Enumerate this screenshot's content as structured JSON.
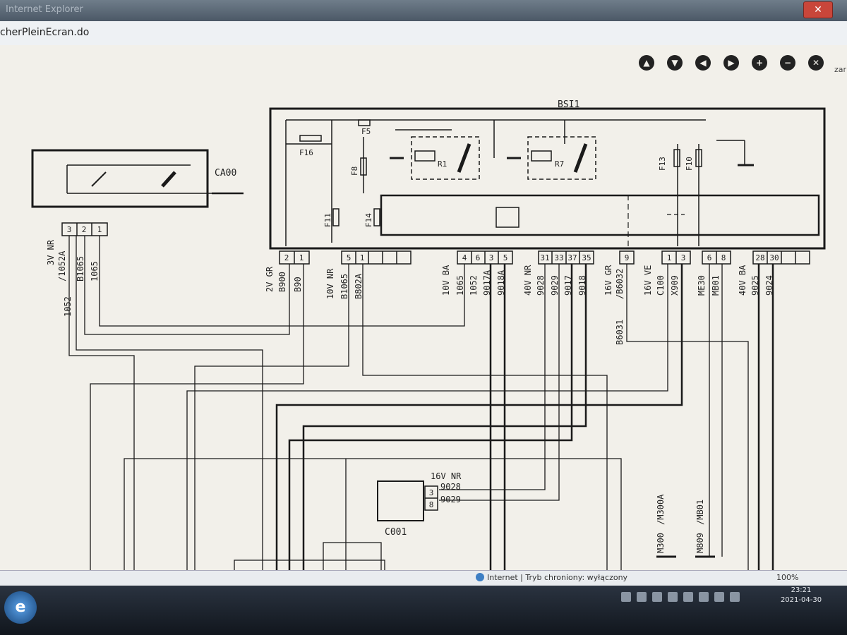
{
  "window": {
    "title": "Internet Explorer",
    "address": "cherPleinEcran.do",
    "close_label": "✕"
  },
  "toolbar": {
    "buttons": [
      {
        "name": "up-arrow-icon",
        "glyph": "▲"
      },
      {
        "name": "down-arrow-icon",
        "glyph": "▼"
      },
      {
        "name": "left-arrow-icon",
        "glyph": "◀"
      },
      {
        "name": "right-arrow-icon",
        "glyph": "▶"
      },
      {
        "name": "zoom-in-icon",
        "glyph": "+"
      },
      {
        "name": "zoom-out-icon",
        "glyph": "−"
      },
      {
        "name": "close-icon",
        "glyph": "✕"
      }
    ],
    "cutoff_text": "zar"
  },
  "diagram": {
    "bsi_label": "BSI1",
    "ca_label": "CA00",
    "c_label": "C001",
    "fuses": [
      "F16",
      "F5",
      "F8",
      "F11",
      "F14",
      "F13",
      "F10"
    ],
    "relays": [
      "R1",
      "R7"
    ],
    "ca_connector": {
      "pins": [
        "3",
        "2",
        "1"
      ],
      "spec": "3V NR",
      "wires": [
        "1052",
        "/1052A",
        "B1065",
        "1065"
      ]
    },
    "bsi_connector_a": {
      "pins": [
        "2",
        "1"
      ],
      "spec": "2V GR",
      "wires": [
        "B900",
        "B90"
      ]
    },
    "bsi_connector_b": {
      "pins": [
        "5",
        "1",
        "",
        "",
        ""
      ],
      "spec": "10V NR",
      "wires": [
        "B1065",
        "B802A"
      ]
    },
    "bsi_connector_c": {
      "pins": [
        "4",
        "6",
        "3",
        "5"
      ],
      "spec": "10V BA",
      "wires": [
        "1065",
        "1052",
        "9017A",
        "9018A"
      ]
    },
    "bsi_connector_d": {
      "pins": [
        "31",
        "33",
        "37",
        "35"
      ],
      "spec": "40V NR",
      "wires": [
        "9028",
        "9029",
        "9017",
        "9018"
      ]
    },
    "bsi_connector_e": {
      "pins": [
        "9"
      ],
      "spec": "16V GR",
      "wires": [
        "B6031",
        "/B6032"
      ]
    },
    "bsi_connector_f": {
      "pins": [
        "1",
        "3"
      ],
      "spec": "16V VE",
      "wires": [
        "C100",
        "X909"
      ]
    },
    "bsi_connector_g": {
      "pins": [
        "6",
        "8"
      ],
      "spec": "",
      "wires": [
        "ME30",
        "MB01"
      ]
    },
    "bsi_connector_h": {
      "pins": [
        "28",
        "30"
      ],
      "spec": "40V BA",
      "wires": [
        "9025",
        "9024"
      ]
    },
    "c001_connector": {
      "spec": "16V NR",
      "pins": [
        "3",
        "8"
      ],
      "wires": [
        "9028",
        "9029"
      ]
    },
    "ground_labels": [
      "M300",
      "/M300A",
      "M809",
      "/MB01"
    ]
  },
  "statusbar": {
    "status": "Internet | Tryb chroniony: wyłączony",
    "zoom": "100%"
  },
  "taskbar": {
    "start_glyph": "e",
    "time": "23:21",
    "date": "2021-04-30"
  }
}
